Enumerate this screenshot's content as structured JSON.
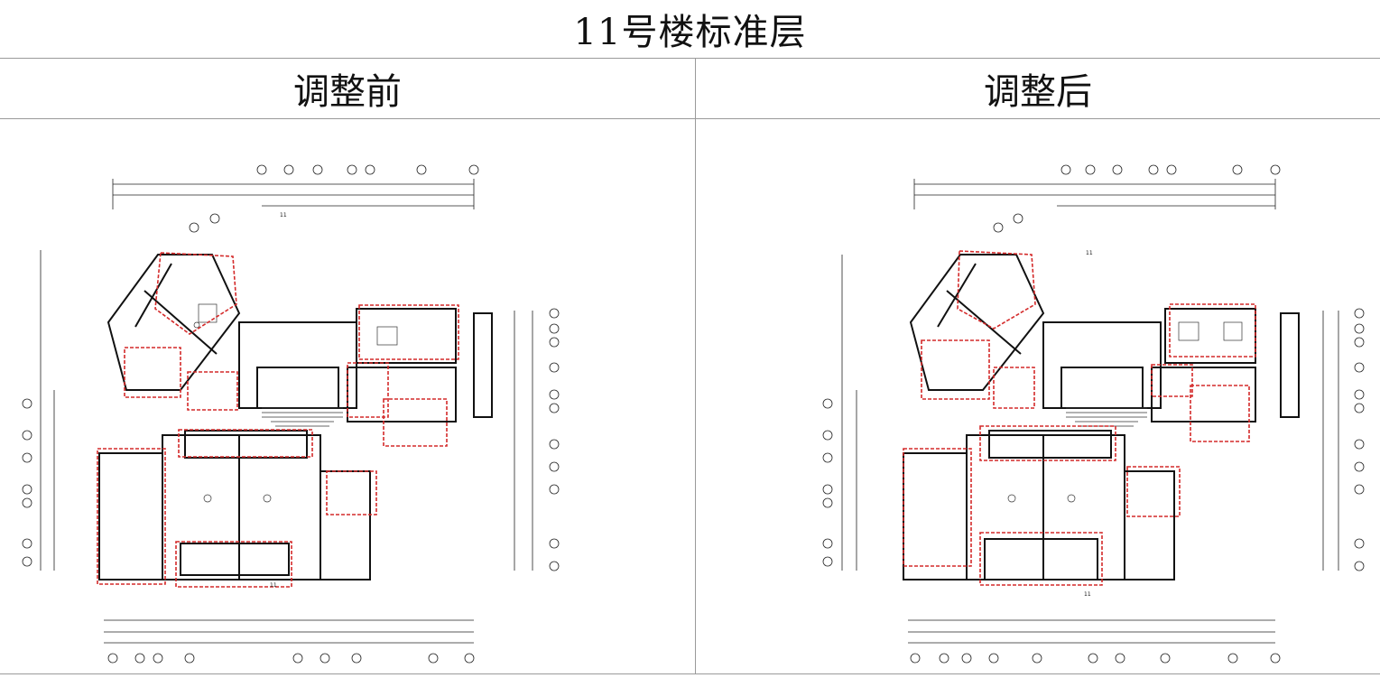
{
  "title": "11号楼标准层",
  "columns": [
    {
      "heading": "调整前"
    },
    {
      "heading": "调整后"
    }
  ],
  "colors": {
    "rev_cloud": "#d42a2a",
    "line": "#1a1a1a",
    "frame": "#9a9a9a"
  }
}
